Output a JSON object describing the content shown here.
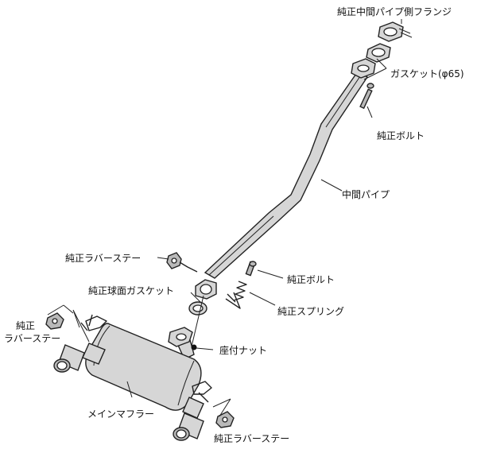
{
  "labels": {
    "mid_pipe_flange": "純正中間パイプ側フランジ",
    "gasket_65": "ガスケット(φ65)",
    "bolt_top": "純正ボルト",
    "mid_pipe": "中間パイプ",
    "rubber_stay_top": "純正ラバーステー",
    "bolt_mid": "純正ボルト",
    "spherical_gasket": "純正球面ガスケット",
    "spring": "純正スプリング",
    "rubber_stay_left_1": "純正",
    "rubber_stay_left_2": "ラバーステー",
    "seat_nut": "座付ナット",
    "main_muffler": "メインマフラー",
    "rubber_stay_bottom": "純正ラバーステー"
  }
}
